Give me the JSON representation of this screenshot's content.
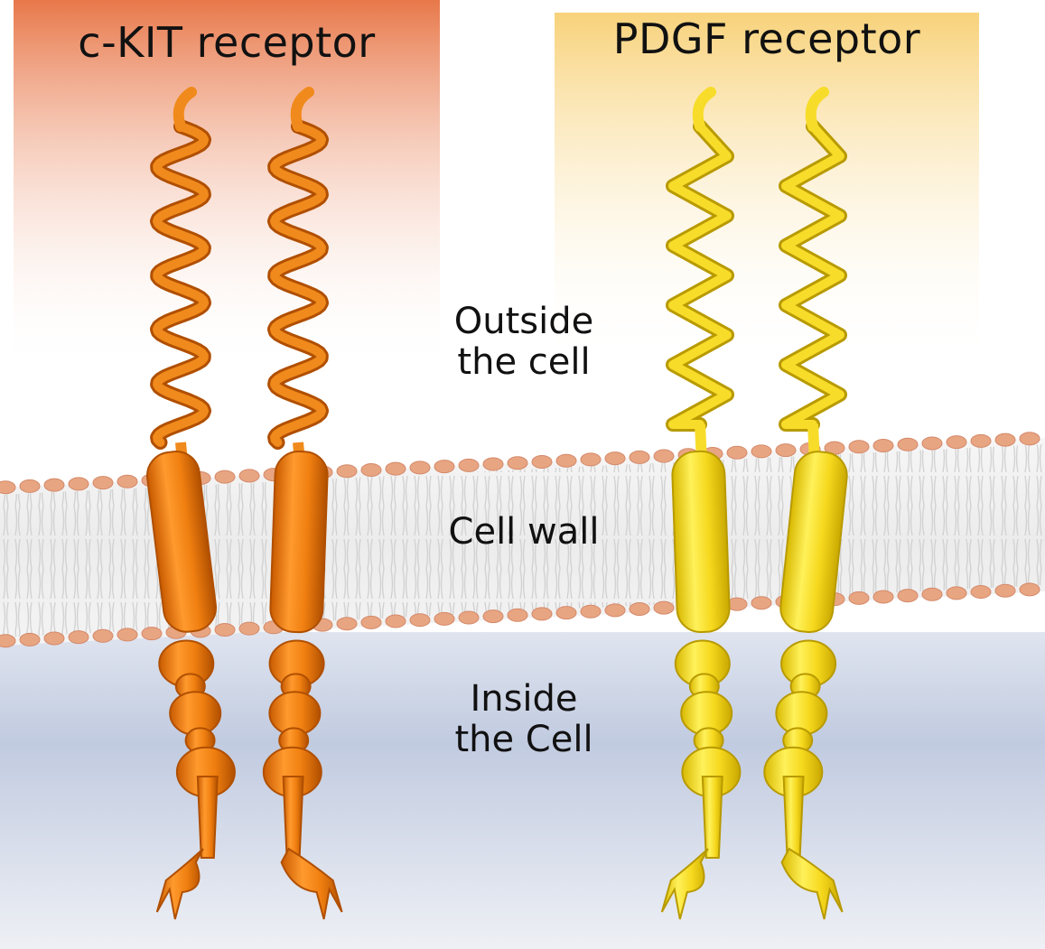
{
  "receptors": [
    {
      "name": "c-KIT receptor",
      "color": "#f08a1c",
      "panel_color": "#e8784a"
    },
    {
      "name": "PDGF receptor",
      "color": "#f7dc2a",
      "panel_color": "#f8d27a"
    }
  ],
  "regions": {
    "outside": [
      "Outside",
      "the cell"
    ],
    "wall": "Cell wall",
    "inside": [
      "Inside",
      "the Cell"
    ]
  },
  "colors": {
    "membrane_head": "#e8a582",
    "membrane_tail": "#dcdcdc",
    "inside_bg": "#b7c3dc"
  }
}
